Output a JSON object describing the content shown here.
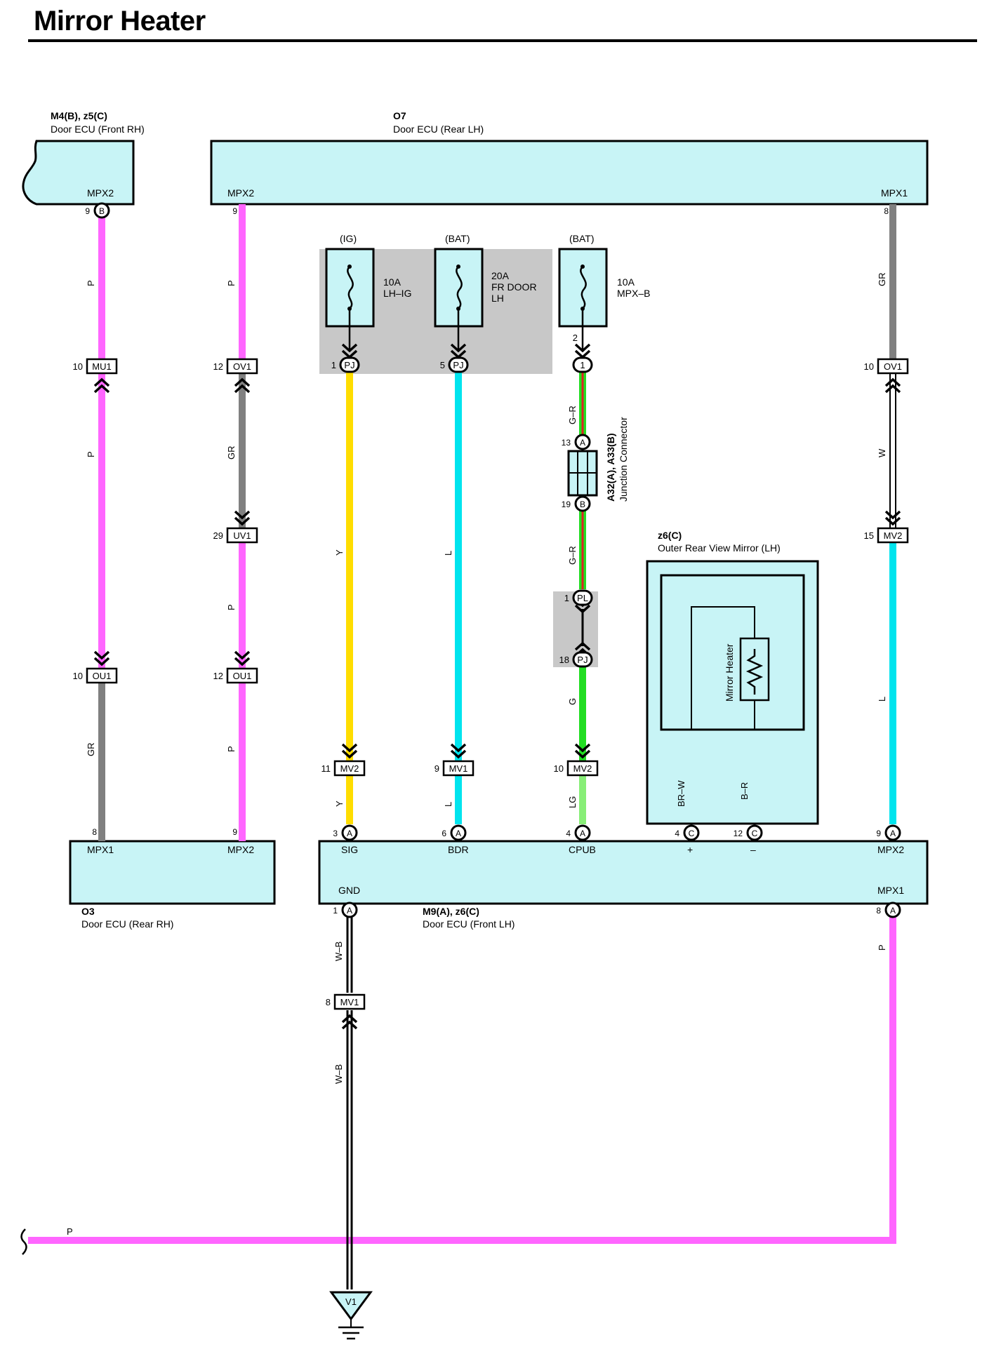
{
  "title": "Mirror Heater",
  "ecus": {
    "m4_code": "M4(B), z5(C)",
    "m4_name": "Door ECU (Front RH)",
    "m4_pin": "MPX2",
    "o7_code": "O7",
    "o7_name": "Door ECU (Rear LH)",
    "o7_pin_left": "MPX2",
    "o7_pin_right": "MPX1",
    "o3_code": "O3",
    "o3_name": "Door ECU (Rear RH)",
    "o3_pin_left": "MPX1",
    "o3_pin_right": "MPX2",
    "m9_code": "M9(A), z6(C)",
    "m9_name": "Door ECU (Front LH)",
    "m9_sig": "SIG",
    "m9_bdr": "BDR",
    "m9_cpub": "CPUB",
    "m9_plus": "+",
    "m9_minus": "–",
    "m9_mpx2": "MPX2",
    "m9_gnd": "GND",
    "m9_mpx1": "MPX1"
  },
  "fuses": {
    "f1_source": "(IG)",
    "f1_amp": "10A",
    "f1_name": "LH–IG",
    "f2_source": "(BAT)",
    "f2_amp": "20A",
    "f2_name1": "FR DOOR",
    "f2_name2": "LH",
    "f3_source": "(BAT)",
    "f3_amp": "10A",
    "f3_name": "MPX–B"
  },
  "mirror": {
    "code": "z6(C)",
    "name": "Outer Rear View Mirror (LH)",
    "heater": "Mirror Heater"
  },
  "junction": {
    "code": "A32(A), A33(B)",
    "name": "Junction Connector"
  },
  "ground": {
    "label": "V1"
  },
  "connectors": {
    "mu1": "MU1",
    "ov1": "OV1",
    "uv1": "UV1",
    "ou1": "OU1",
    "pj": "PJ",
    "pl": "PL",
    "mv1": "MV1",
    "mv2": "MV2",
    "a": "A",
    "b": "B",
    "c": "C",
    "one": "1"
  },
  "pins": {
    "p9": "9",
    "p10": "10",
    "p12": "12",
    "p29": "29",
    "p8": "8",
    "p1": "1",
    "p5": "5",
    "p2": "2",
    "p13": "13",
    "p19": "19",
    "p18": "18",
    "p11": "11",
    "p3": "3",
    "p6": "6",
    "p4": "4",
    "p15": "15"
  },
  "wire_codes": {
    "p": "P",
    "gr": "GR",
    "y": "Y",
    "l": "L",
    "w": "W",
    "g_r": "G–R",
    "g": "G",
    "lg": "LG",
    "br_w": "BR–W",
    "b_r": "B–R",
    "w_b": "W–B"
  },
  "colors": {
    "ecu_fill": "#c8f4f6",
    "shade": "#c8c8c8",
    "pink": "#ff66ff",
    "gray": "#808080",
    "yellow": "#ffdd00",
    "cyan": "#00e4ee",
    "green": "#22dd22",
    "light_green": "#88ee77",
    "red": "#dd2222",
    "brown": "#8b4513"
  }
}
